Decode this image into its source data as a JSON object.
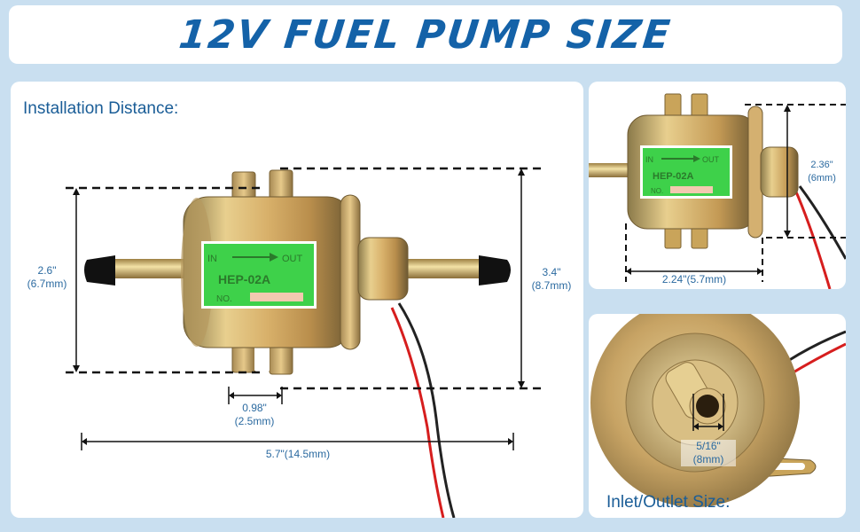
{
  "banner": {
    "title": "12V FUEL PUMP SIZE"
  },
  "main_panel": {
    "heading": "Installation Distance:",
    "pump_label": {
      "direction_in": "IN",
      "direction_out": "OUT",
      "model": "HEP-02A",
      "serial_prefix": "NO."
    },
    "dimensions": {
      "body_height": {
        "inch": "2.6\"",
        "mm": "(6.7mm)"
      },
      "total_height": {
        "inch": "3.4\"",
        "mm": "(8.7mm)"
      },
      "mount_width": {
        "inch": "0.98\"",
        "mm": "(2.5mm)"
      },
      "total_length": {
        "text": "5.7\"(14.5mm)"
      }
    }
  },
  "side_panel": {
    "pump_label": {
      "direction_in": "IN",
      "direction_out": "OUT",
      "model": "HEP-02A",
      "serial_prefix": "NO."
    },
    "dimensions": {
      "flange_height": {
        "inch": "2.36\"",
        "mm": "(6mm)"
      },
      "body_depth": {
        "text": "2.24\"(5.7mm)"
      }
    }
  },
  "inlet_panel": {
    "heading": "Inlet/Outlet Size:",
    "dimensions": {
      "nozzle": {
        "inch": "5/16\"",
        "mm": "(8mm)"
      }
    }
  },
  "colors": {
    "brand_blue": "#1462a8",
    "label_green": "#3ed14a",
    "metal_gold": "#c9a45a",
    "wire_red": "#d61e1e",
    "wire_black": "#222222"
  }
}
